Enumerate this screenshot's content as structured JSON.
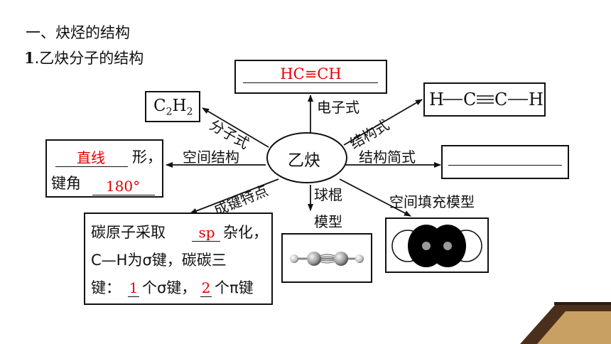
{
  "heading": "一、炔烃的结构",
  "subheading_num": "1",
  "subheading_text": ".乙炔分子的结构",
  "center": "乙炔",
  "formula_box": {
    "c": "C",
    "sub1": "2",
    "h": "H",
    "sub2": "2"
  },
  "electronic_formula": {
    "label": "电子式",
    "answer": "HC≡CH"
  },
  "structural_formula": {
    "label": "结构式",
    "h1": "H",
    "c1": "C",
    "c2": "C",
    "h2": "H"
  },
  "molecular_formula_label": "分子式",
  "simplified_formula_label": "结构简式",
  "spatial": {
    "label": "空间结构",
    "answer_shape": "直线",
    "text_shape": "形，",
    "text_angle": "键角",
    "answer_angle": "180°"
  },
  "bonding": {
    "label": "成键特点",
    "line1_a": "碳原子采取",
    "answer_hybrid": "sp",
    "line1_b": "杂化，",
    "line2": "C—H为σ键，碳碳三",
    "line3_a": "键：",
    "answer_sigma": "1",
    "line3_b": "个σ键，",
    "answer_pi": "2",
    "line3_c": "个π键"
  },
  "ball_stick_label": {
    "line1": "球棍",
    "line2": "模型"
  },
  "space_fill_label": "空间填充模型",
  "colors": {
    "answer": "#e00000",
    "accent_band": "#c9a063",
    "accent_dark": "#4a2f1c"
  }
}
